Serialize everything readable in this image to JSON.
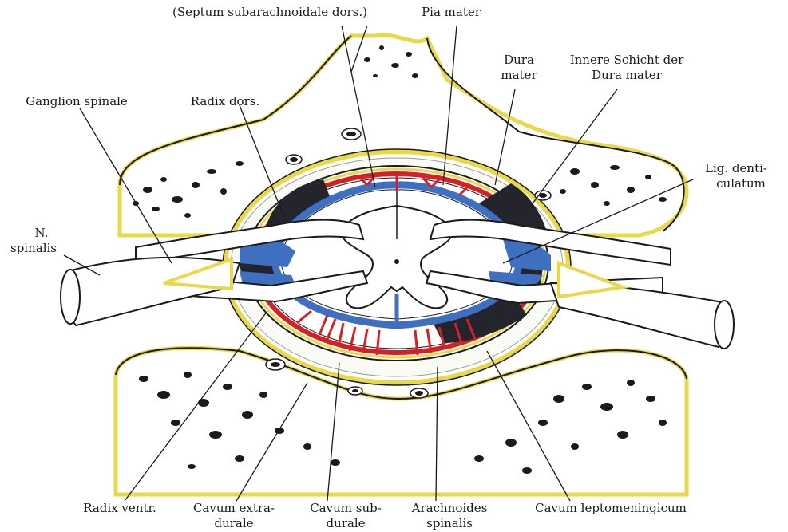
{
  "labels": {
    "septum": "(Septum subarachnoidale dors.)",
    "pia": "Pia mater",
    "dura_1": "Dura",
    "dura_2": "mater",
    "innere_1": "Innere Schicht der",
    "innere_2": "Dura mater",
    "ganglion": "Ganglion spinale",
    "radix_dors": "Radix dors.",
    "lig_1": "Lig. denti-",
    "lig_2": "culatum",
    "n_1": "N.",
    "n_2": "spinalis",
    "radix_ventr": "Radix ventr.",
    "cav_extra_1": "Cavum extra-",
    "cav_extra_2": "durale",
    "cav_sub_1": "Cavum sub-",
    "cav_sub_2": "durale",
    "arach_1": "Arachnoides",
    "arach_2": "spinalis",
    "cav_lepto": "Cavum leptomeningicum"
  },
  "colors": {
    "dura": "#d81f26",
    "pia": "#3e6fc0",
    "bone_edge": "#e8d84a",
    "ink": "#1a1a1a",
    "dark_fill": "#24242c"
  }
}
